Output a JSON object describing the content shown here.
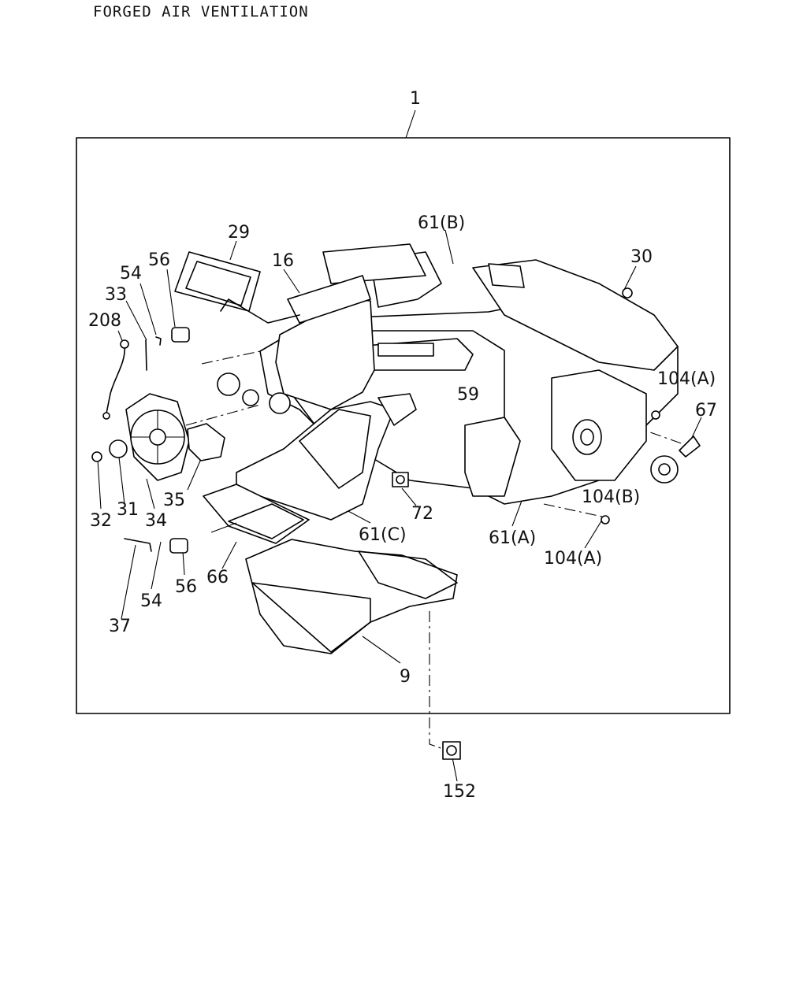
{
  "title": "FORGED AIR VENTILATION",
  "callouts": {
    "c1": "1",
    "c29": "29",
    "c16": "16",
    "c61b": "61(B)",
    "c30": "30",
    "c56a": "56",
    "c54a": "54",
    "c33": "33",
    "c208": "208",
    "c59": "59",
    "c104a1": "104(A)",
    "c67": "67",
    "c104b": "104(B)",
    "c35": "35",
    "c32": "32",
    "c31": "31",
    "c34": "34",
    "c72": "72",
    "c61c": "61(C)",
    "c61a": "61(A)",
    "c104a2": "104(A)",
    "c66": "66",
    "c56b": "56",
    "c54b": "54",
    "c37": "37",
    "c9": "9",
    "c152": "152"
  }
}
